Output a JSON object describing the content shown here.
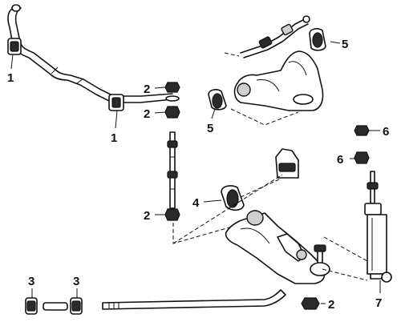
{
  "callouts": {
    "stabilizer_bar_bushing_left": "1",
    "stabilizer_bar_bushing_center": "1",
    "link_nut_upper_a": "2",
    "link_nut_upper_b": "2",
    "link_nut_lower": "2",
    "lower_arm_nut": "2",
    "bushing_pair_left": "3",
    "bushing_pair_right": "3",
    "lower_arm_bushing": "4",
    "upper_arm_bushing_right": "5",
    "upper_arm_bushing_left": "5",
    "shock_nut_top": "6",
    "shock_nut_second": "6",
    "shock_absorber": "7"
  },
  "colors": {
    "line": "#111111",
    "fill": "#ffffff",
    "shade": "#cfcfcf"
  }
}
